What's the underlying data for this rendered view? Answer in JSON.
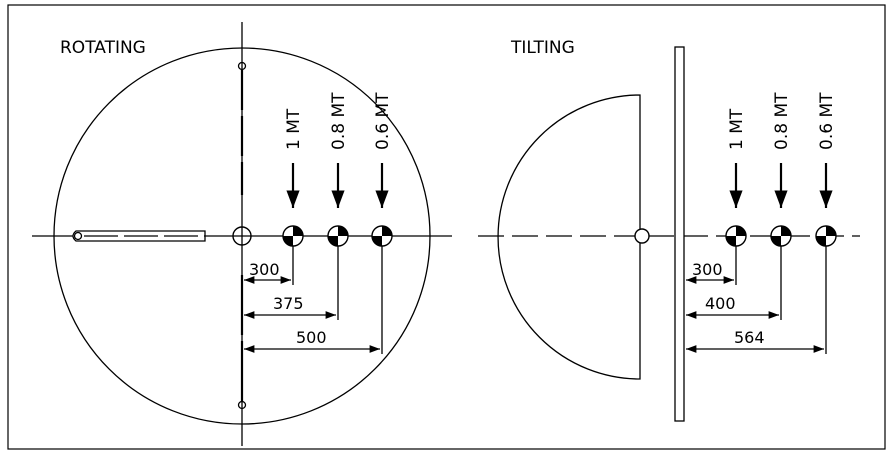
{
  "rotating": {
    "title": "ROTATING",
    "loads": [
      "1 MT",
      "0.8 MT",
      "0.6 MT"
    ],
    "dimensions": [
      "300",
      "375",
      "500"
    ]
  },
  "tilting": {
    "title": "TILTING",
    "loads": [
      "1 MT",
      "0.8 MT",
      "0.6 MT"
    ],
    "dimensions": [
      "300",
      "400",
      "564"
    ]
  }
}
